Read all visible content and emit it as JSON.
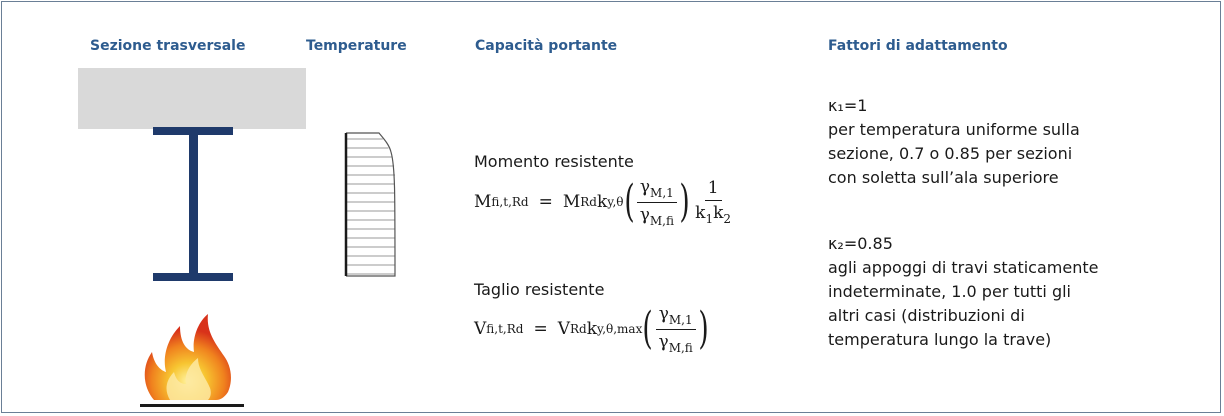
{
  "headers": {
    "sezione": "Sezione trasversale",
    "temperature": "Temperature",
    "capacita": "Capacità portante",
    "fattori": "Fattori di adattamento"
  },
  "capacita": {
    "momento_label": "Momento resistente",
    "taglio_label": "Taglio resistente",
    "momento_formula": {
      "lhs": "M",
      "lhs_sub": "fi,t,Rd",
      "eq": "=",
      "m": "M",
      "m_sub": "Rd",
      "k": "k",
      "k_sub": "y,θ",
      "gamma": "γ",
      "g1_sub": "M,1",
      "g2_sub": "M,fi",
      "one": "1",
      "k1": "k",
      "k1_sub": "1",
      "k2": "k",
      "k2_sub": "2"
    },
    "taglio_formula": {
      "lhs": "V",
      "lhs_sub": "fi,t,Rd",
      "eq": "=",
      "v": "V",
      "v_sub": "Rd",
      "k": "k",
      "k_sub": "y,θ,max",
      "gamma": "γ",
      "g1_sub": "M,1",
      "g2_sub": "M,fi"
    }
  },
  "fattori": {
    "k1_value": "κ₁=1",
    "k1_lines": [
      "per temperatura uniforme sulla",
      "sezione, 0.7 o 0.85 per sezioni",
      "con soletta sull’ala superiore"
    ],
    "k2_value": "κ₂=0.85",
    "k2_lines": [
      "agli appoggi di travi staticamente",
      "indeterminate, 1.0 per tutti gli",
      "altri casi (distribuzioni di",
      "temperatura lungo la trave)"
    ]
  },
  "colors": {
    "header": "#2e5c8f",
    "slab": "#d9d9d9",
    "beam": "#1f3a6b",
    "flame_outer": "#e8481c",
    "flame_inner": "#f7c531"
  }
}
